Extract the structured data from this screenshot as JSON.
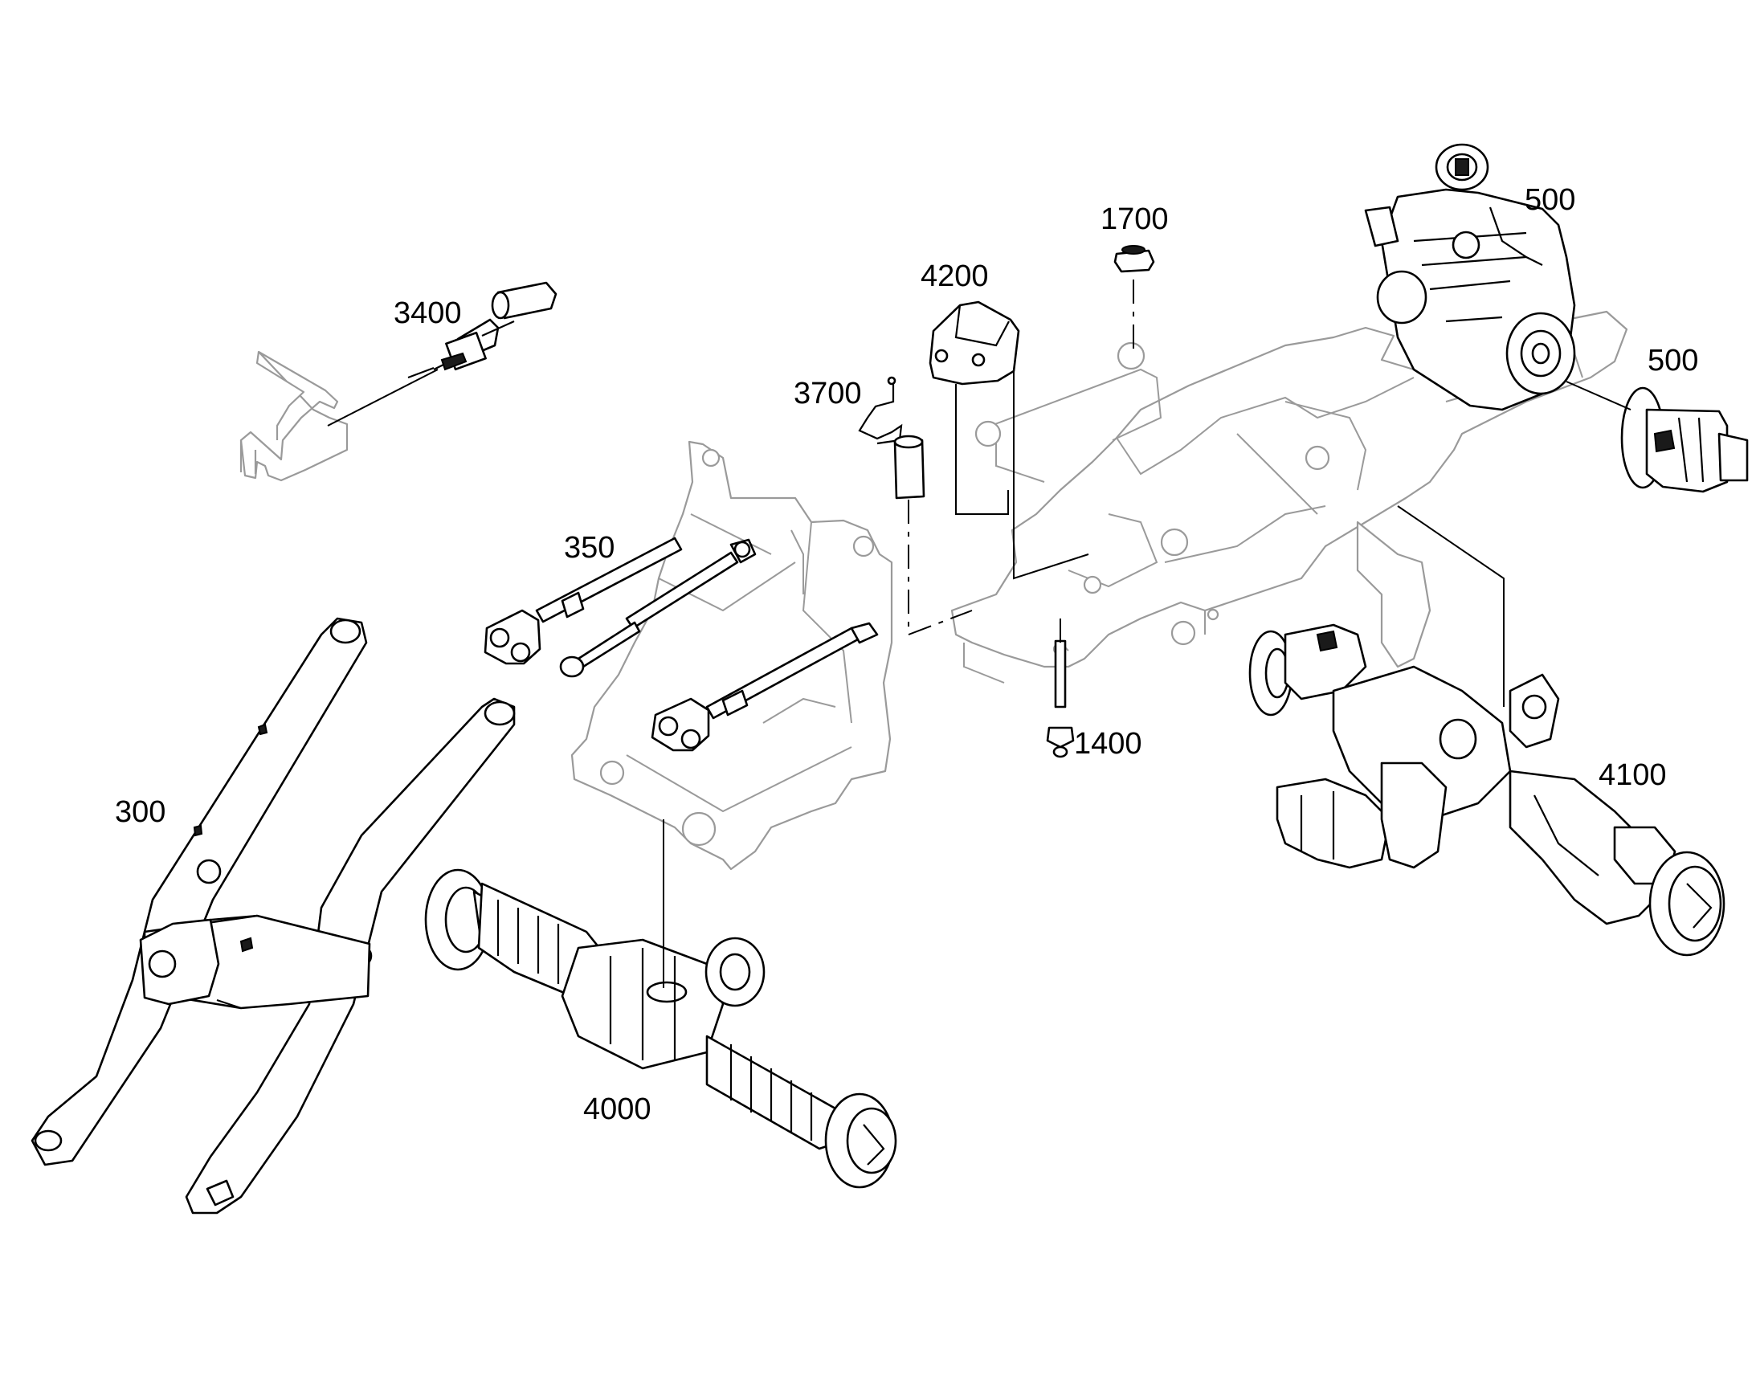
{
  "labels": {
    "p300": "300",
    "p350": "350",
    "p500a": "500",
    "p500b": "500",
    "p1400": "1400",
    "p1700": "1700",
    "p3400": "3400",
    "p3700": "3700",
    "p4000": "4000",
    "p4100": "4100",
    "p4200": "4200"
  },
  "colors": {
    "part_line": "#000000",
    "context_line": "#9a9a9a",
    "background": "#ffffff"
  }
}
